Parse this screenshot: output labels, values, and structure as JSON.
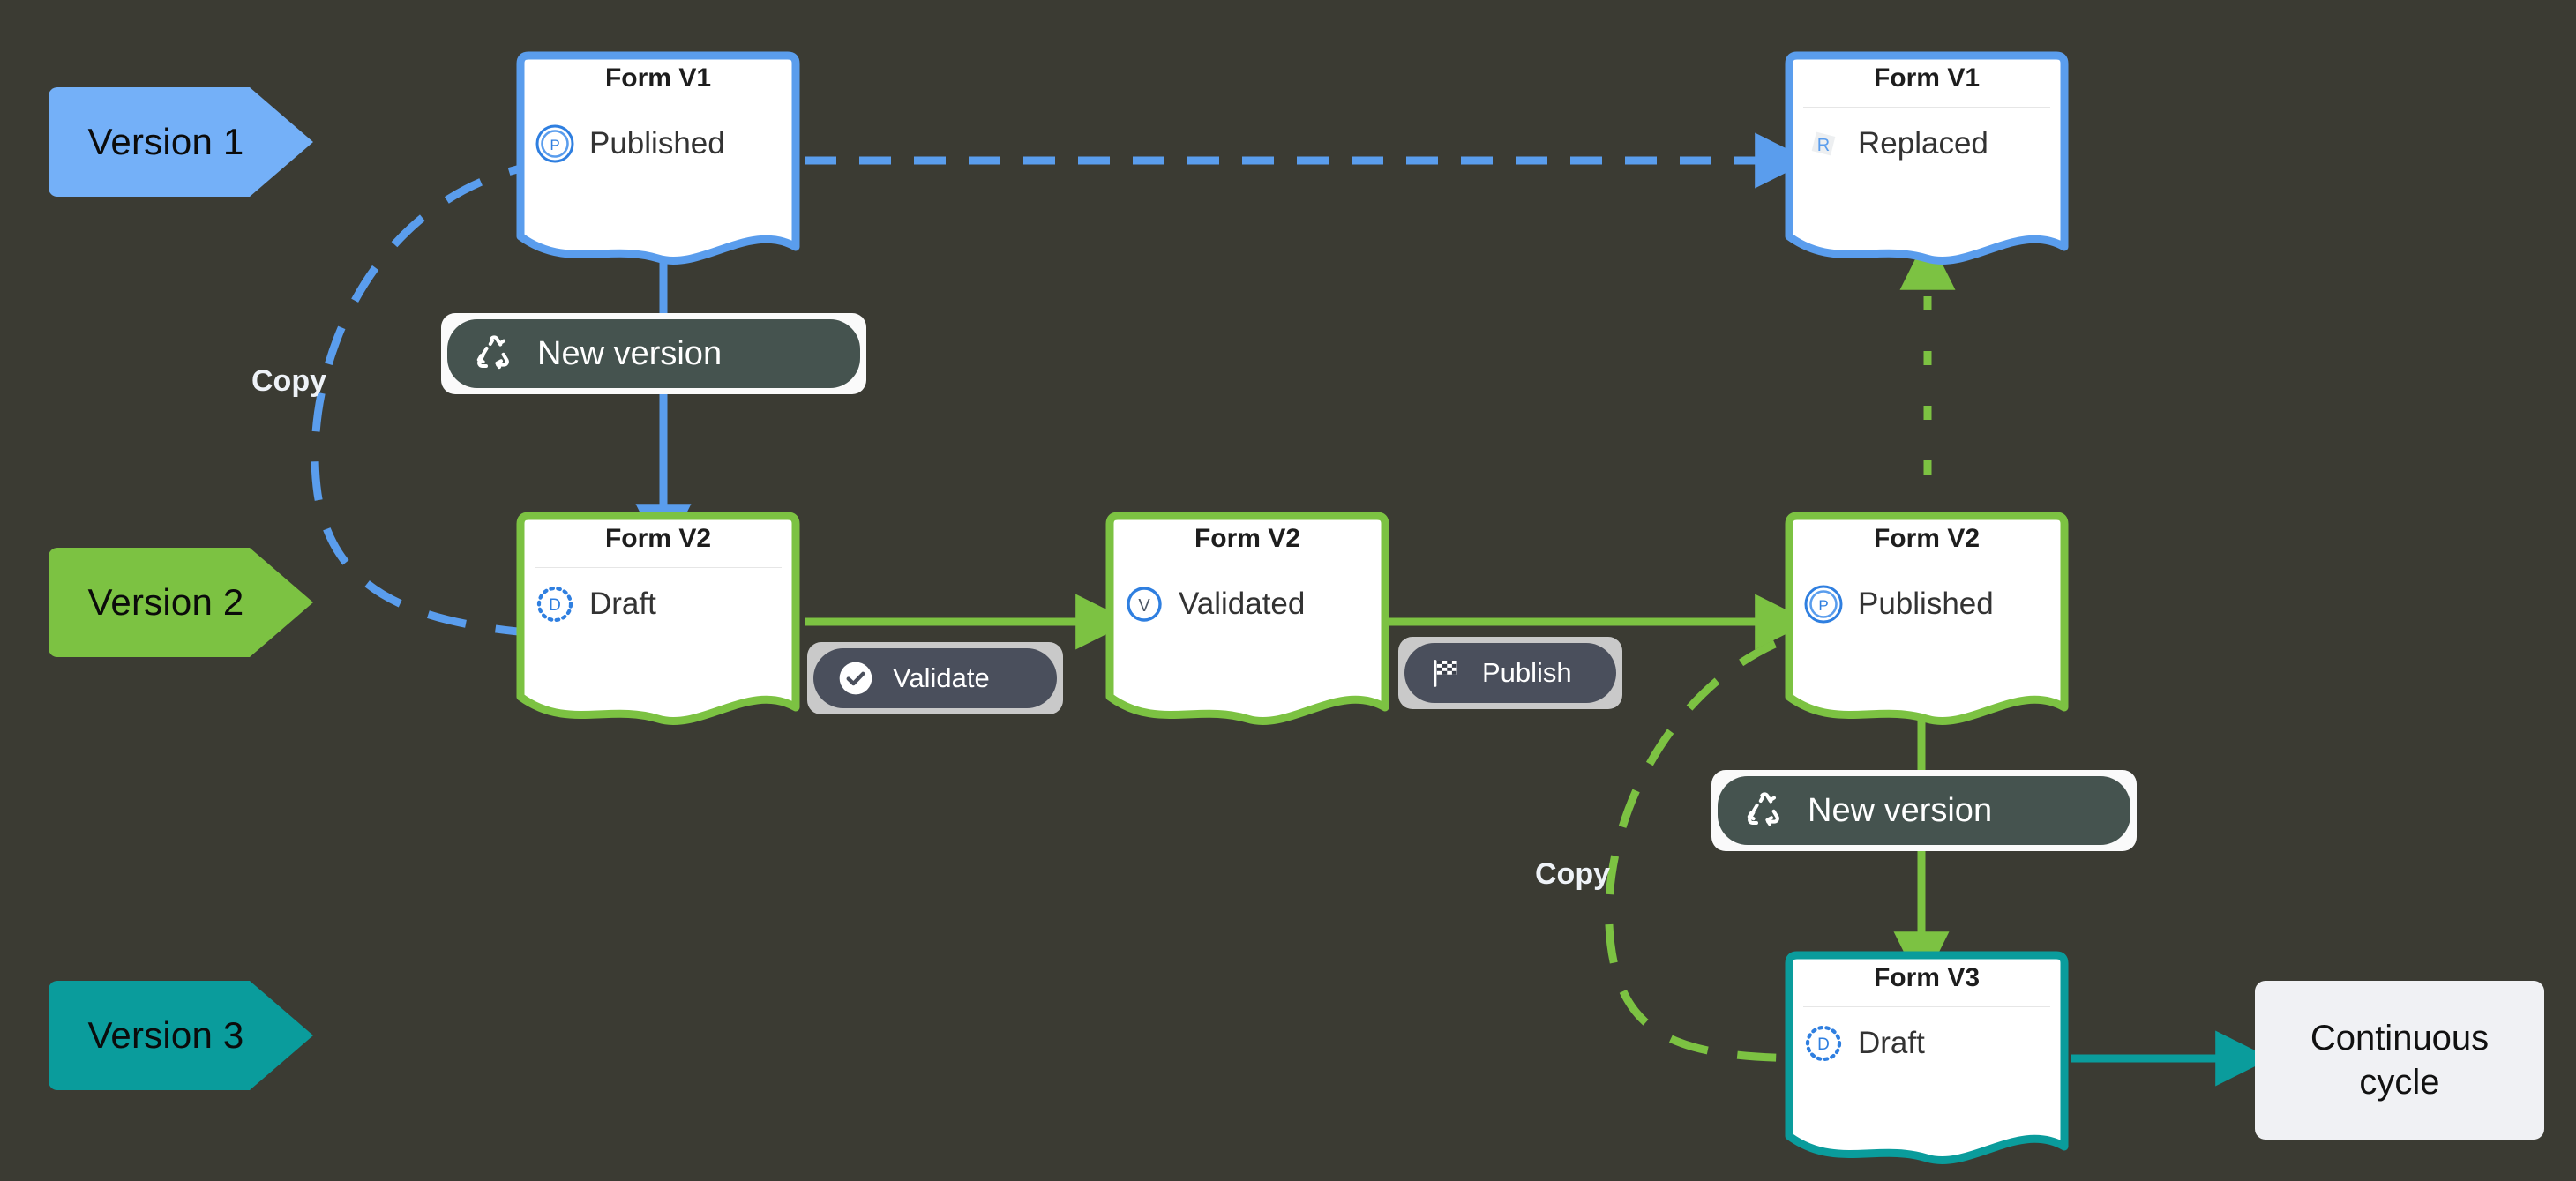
{
  "diagram": {
    "background_color": "#3b3b33",
    "title_semantic": "form-version-lifecycle"
  },
  "version_lanes": [
    {
      "label": "Version 1",
      "color": "#74b0f8",
      "name": "version-1"
    },
    {
      "label": "Version 2",
      "color": "#7cc242",
      "name": "version-2"
    },
    {
      "label": "Version 3",
      "color": "#0a9c9c",
      "name": "version-3"
    }
  ],
  "cards": [
    {
      "id": "form-v1-published",
      "title": "Form V1",
      "status": "Published",
      "status_icon": "published-circle-p-icon",
      "border_color": "#5a9ded",
      "divider": false
    },
    {
      "id": "form-v1-replaced",
      "title": "Form V1",
      "status": "Replaced",
      "status_icon": "replaced-r-icon",
      "border_color": "#5a9ded",
      "divider": true
    },
    {
      "id": "form-v2-draft",
      "title": "Form V2",
      "status": "Draft",
      "status_icon": "draft-dotted-d-icon",
      "border_color": "#7cc242",
      "divider": true
    },
    {
      "id": "form-v2-validated",
      "title": "Form V2",
      "status": "Validated",
      "status_icon": "validated-circle-v-icon",
      "border_color": "#7cc242",
      "divider": false
    },
    {
      "id": "form-v2-published",
      "title": "Form V2",
      "status": "Published",
      "status_icon": "published-circle-p-icon",
      "border_color": "#7cc242",
      "divider": false
    },
    {
      "id": "form-v3-draft",
      "title": "Form V3",
      "status": "Draft",
      "status_icon": "draft-dotted-d-icon",
      "border_color": "#0a9c9c",
      "divider": true
    }
  ],
  "actions": [
    {
      "id": "new-version-1",
      "label": "New version",
      "icon": "recycle-icon"
    },
    {
      "id": "validate",
      "label": "Validate",
      "icon": "check-circle-icon"
    },
    {
      "id": "publish",
      "label": "Publish",
      "icon": "checkered-flag-icon"
    },
    {
      "id": "new-version-2",
      "label": "New version",
      "icon": "recycle-icon"
    }
  ],
  "edge_labels": [
    {
      "id": "copy-1",
      "label": "Copy"
    },
    {
      "id": "copy-2",
      "label": "Copy"
    }
  ],
  "terminal": {
    "label_line1": "Continuous",
    "label_line2": "cycle"
  },
  "colors": {
    "blue": "#5a9ded",
    "light_blue": "#74b0f8",
    "green": "#7cc242",
    "teal": "#0a9c9c",
    "card_white": "#ffffff",
    "dark_pill": "#45534f",
    "slate_pill": "#4a4f5c"
  }
}
